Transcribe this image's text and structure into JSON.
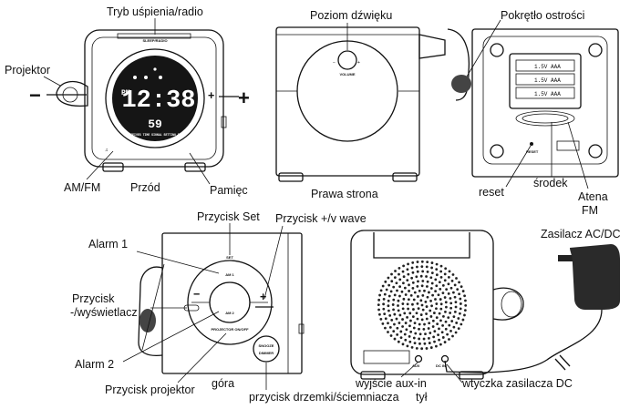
{
  "labels": {
    "front": "Przód",
    "right_side": "Prawa strona",
    "top": "góra",
    "back": "tył",
    "projector": "Projektor",
    "sleep_radio": "Tryb uśpienia/radio",
    "am_fm": "AM/FM",
    "memory": "Pamięc",
    "volume_level": "Poziom dźwięku",
    "focus_knob": "Pokrętło ostrości",
    "reset": "reset",
    "middle": "środek",
    "fm_antenna_line1": "Atena",
    "fm_antenna_line2": "FM",
    "set_button": "Przycisk Set",
    "plus_wave_button": "Przycisk +/v wave",
    "alarm1": "Alarm 1",
    "minus_display_line1": "Przycisk",
    "minus_display_line2": "-/wyświetlacz",
    "alarm2": "Alarm 2",
    "projector_button": "Przycisk projektor",
    "snooze_dimmer_button": "przycisk drzemki/ściemniacza",
    "aux_in": "wyjście aux-in",
    "adapter": "Zasilacz AC/DC",
    "dc_plug": "wtyczka zasilacza DC"
  },
  "symbols": {
    "minus": "−",
    "plus": "+"
  },
  "device_markings": {
    "sleep_radio": "SLEEP/RADIO",
    "lcd_pm": "PM",
    "lcd_time": "12:38",
    "lcd_seconds": "59",
    "lcd_footer": "RECEIVES TIME SIGNAL SETTING RCE",
    "volume": "VOLUME",
    "battery_label": "1.5V AAA",
    "reset": "RESET",
    "set": "SET",
    "am1": "AM 1",
    "am2": "AM 2",
    "projector_on_off": "PROJECTOR ON/OFF",
    "snooze": "SNOOZE",
    "dimmer": "DIMMER",
    "dc_in": "DC IN",
    "aux": "AUX"
  }
}
